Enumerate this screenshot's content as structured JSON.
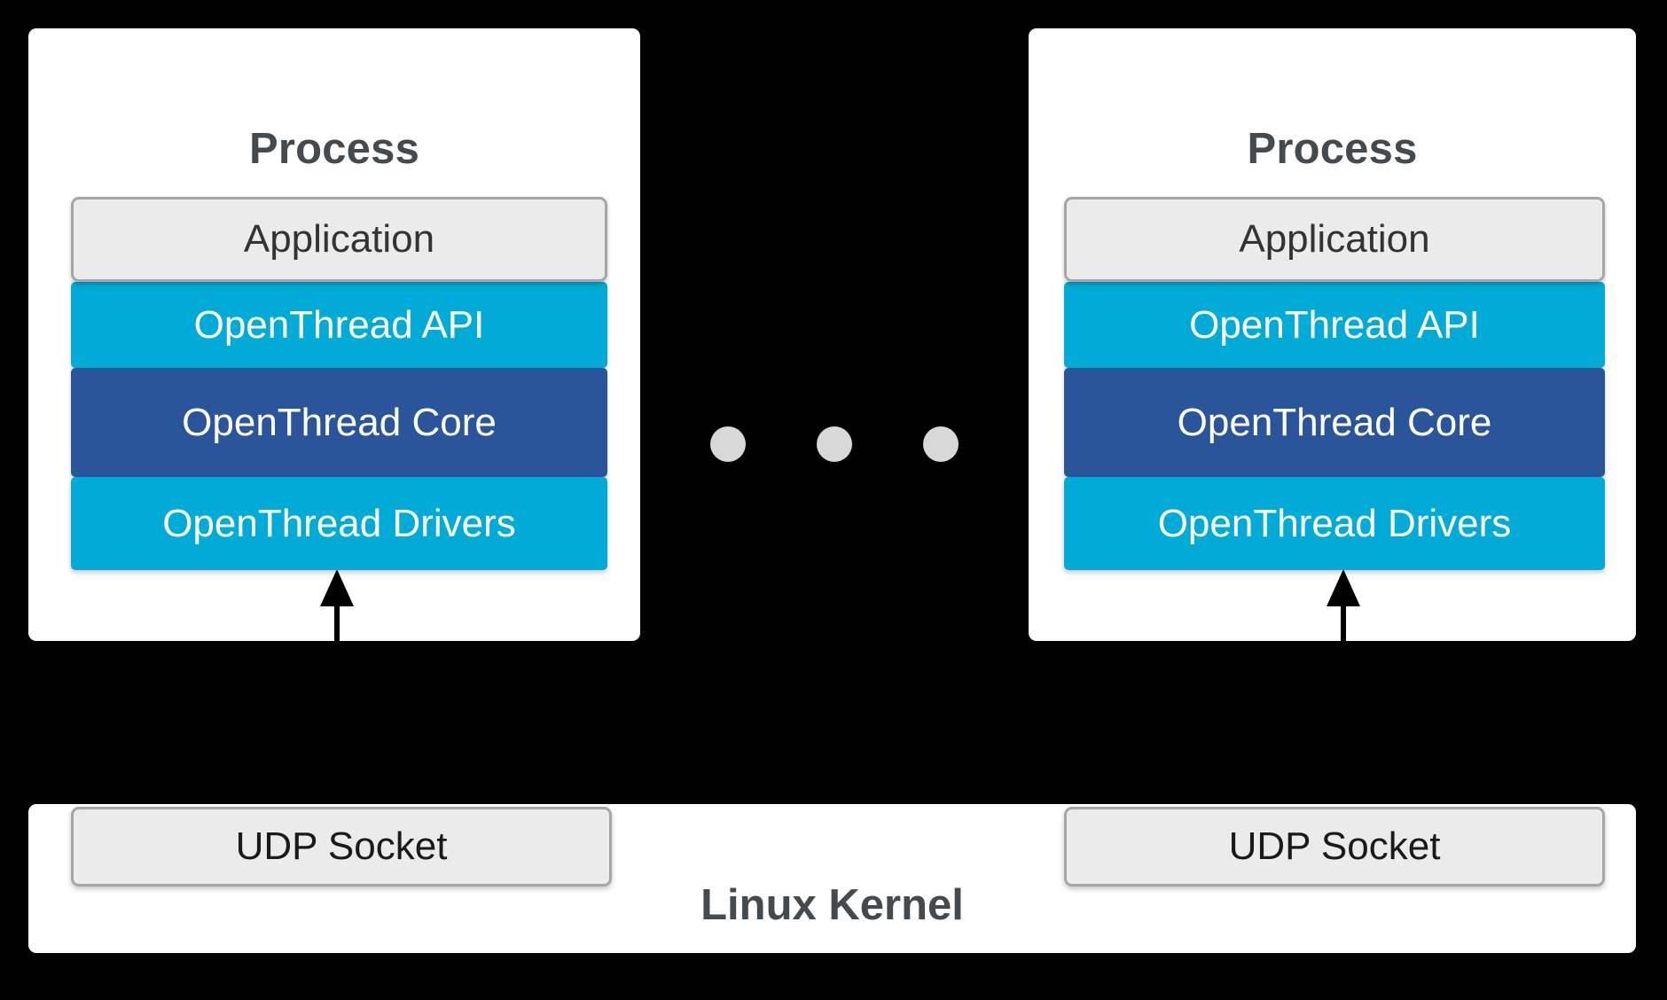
{
  "diagram": {
    "title": "OpenThread POSIX multi-process architecture",
    "background_color": "#000000",
    "colors": {
      "card_background": "#ffffff",
      "box_gray": "#ebebeb",
      "box_gray_border": "#a6a6a6",
      "accent_cyan": "#00abd8",
      "accent_blue": "#2b559b",
      "heading_text": "#434a50",
      "dot_gray": "#d8d8d8",
      "label_light": "#ffffff",
      "label_dark": "#333333"
    }
  },
  "processes": [
    {
      "title": "Process",
      "layers": [
        {
          "label": "Application",
          "style": "gray"
        },
        {
          "label": "OpenThread API",
          "style": "cyan"
        },
        {
          "label": "OpenThread Core",
          "style": "blue"
        },
        {
          "label": "OpenThread Drivers",
          "style": "cyan"
        }
      ],
      "arrow": {
        "direction": "up",
        "target": "OpenThread Drivers"
      }
    },
    {
      "title": "Process",
      "layers": [
        {
          "label": "Application",
          "style": "gray"
        },
        {
          "label": "OpenThread API",
          "style": "cyan"
        },
        {
          "label": "OpenThread Core",
          "style": "blue"
        },
        {
          "label": "OpenThread Drivers",
          "style": "cyan"
        }
      ],
      "arrow": {
        "direction": "up",
        "target": "OpenThread Drivers"
      }
    }
  ],
  "ellipsis": {
    "label": "more processes",
    "dot_count": 3
  },
  "kernel": {
    "title": "Linux Kernel",
    "sockets": [
      {
        "label": "UDP Socket"
      },
      {
        "label": "UDP Socket"
      }
    ]
  }
}
